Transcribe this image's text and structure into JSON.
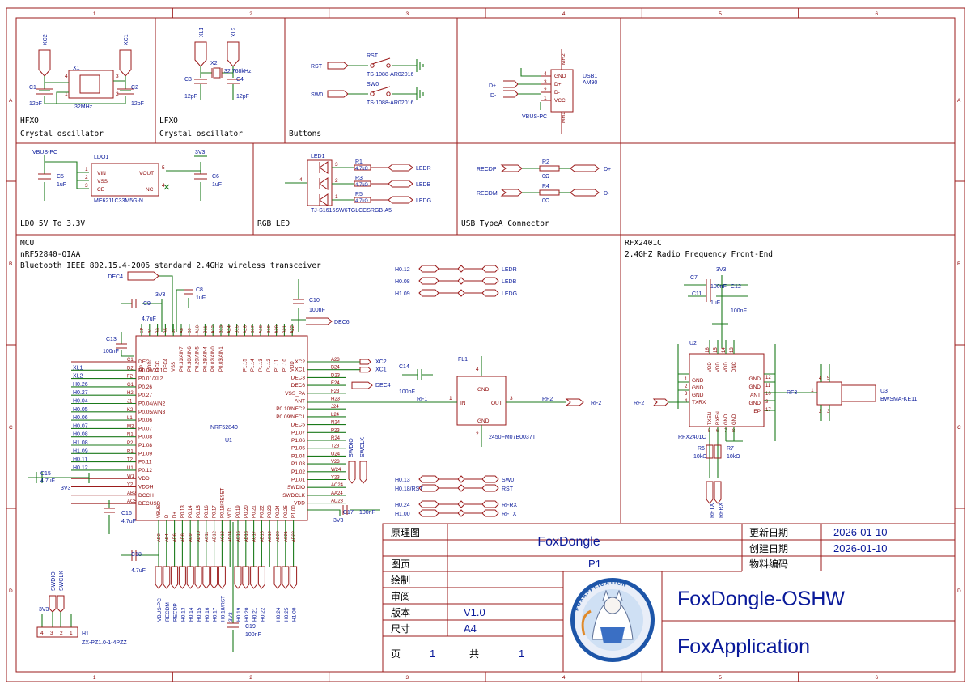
{
  "frame": {
    "columns": [
      "1",
      "2",
      "3",
      "4",
      "5",
      "6"
    ],
    "rows": [
      "A",
      "B",
      "C",
      "D"
    ]
  },
  "blocks": {
    "hfxo": [
      "HFXO",
      "Crystal oscillator"
    ],
    "lfxo": [
      "LFXO",
      "Crystal oscillator"
    ],
    "buttons": [
      "Buttons"
    ],
    "ldo": [
      "LDO 5V To 3.3V"
    ],
    "rgb": [
      "RGB LED"
    ],
    "usb": [
      "USB TypeA Connector"
    ],
    "mcu": [
      "MCU",
      "nRF52840-QIAA",
      "Bluetooth IEEE 802.15.4-2006 standard 2.4GHz wireless transceiver"
    ],
    "rfx": [
      "RFX2401C",
      "2.4GHZ Radio Frequency Front-End"
    ]
  },
  "hfxo": {
    "xc2": "XC2",
    "xc1": "XC1",
    "x1": "X1",
    "x1_val": "32MHz",
    "c1": "C1",
    "c1_val": "12pF",
    "c2": "C2",
    "c2_val": "12pF",
    "pins": [
      "4",
      "1",
      "3",
      "2"
    ]
  },
  "lfxo": {
    "xl1": "XL1",
    "xl2": "XL2",
    "x2": "X2",
    "x2_val": "32.768kHz",
    "c3": "C3",
    "c3_val": "12pF",
    "c4": "C4",
    "c4_val": "12pF"
  },
  "buttons": [
    {
      "net": "RST",
      "ref": "RST",
      "part": "TS-1088-AR02016"
    },
    {
      "net": "SW0",
      "ref": "SW0",
      "part": "TS-1088-AR02016"
    }
  ],
  "usb1": {
    "ref": "USB1",
    "val": "AM90",
    "pins": [
      {
        "num": "4",
        "name": "GND"
      },
      {
        "num": "3",
        "name": "D+"
      },
      {
        "num": "2",
        "name": "D-"
      },
      {
        "num": "1",
        "name": "VCC"
      }
    ],
    "mh2": "MH2",
    "mh1": "MH1",
    "nets": [
      "D+",
      "D-"
    ],
    "vbus": "VBUS-PC"
  },
  "ldo": {
    "vbus": "VBUS-PC",
    "ref": "LDO1",
    "part": "ME6211C33M5G-N",
    "pins_l": [
      {
        "num": "1",
        "name": "VIN"
      },
      {
        "num": "2",
        "name": "VSS"
      },
      {
        "num": "3",
        "name": "CE"
      }
    ],
    "pins_r": [
      {
        "num": "5",
        "name": "VOUT"
      },
      {
        "num": "4",
        "name": "NC"
      }
    ],
    "c5": "C5",
    "c5_val": "1uF",
    "c6": "C6",
    "c6_val": "1uF",
    "out": "3V3"
  },
  "rgb": {
    "ref": "LED1",
    "part": "TJ-S1615SW6TGLCCSRGB-A5",
    "pins": [
      "3",
      "4",
      "2",
      "1"
    ],
    "resistors": [
      {
        "ref": "R1",
        "val": "4.7kΩ",
        "net": "LEDR"
      },
      {
        "ref": "R3",
        "val": "4.7kΩ",
        "net": "LEDB"
      },
      {
        "ref": "R5",
        "val": "4.7kΩ",
        "net": "LEDG"
      }
    ]
  },
  "usbconn": [
    {
      "net_l": "RECDP",
      "ref": "R2",
      "val": "0Ω",
      "net_r": "D+"
    },
    {
      "net_l": "RECDM",
      "ref": "R4",
      "val": "0Ω",
      "net_r": "D-"
    }
  ],
  "mcu": {
    "ref": "U1",
    "part": "NRF52840",
    "dec4": "DEC4",
    "dec6": "DEC6",
    "v3": "3V3",
    "c8": "C8",
    "c8_val": "1uF",
    "c9": "C9",
    "c9_val": "4.7uF",
    "c10": "C10",
    "c10_val": "100nF",
    "c13": "C13",
    "c13_val": "100nF",
    "c14": "C14",
    "c14_val": "100pF",
    "c15": "C15",
    "c15_val": "4.7uF",
    "c16": "C16",
    "c16_val": "4.7uF",
    "c17": "C17",
    "c17_val": "100nF",
    "c18": "C18",
    "c18_val": "4.7uF",
    "c19": "C19",
    "c19_val": "100nF",
    "top_pins": [
      {
        "num": "EP",
        "name": "EP"
      },
      {
        "num": "B1",
        "name": "VDD"
      },
      {
        "num": "B3",
        "name": "DCC"
      },
      {
        "num": "B5",
        "name": "DEC4"
      },
      {
        "num": "B7",
        "name": "VSS"
      },
      {
        "num": "A8",
        "name": "P0.31/AIN7"
      },
      {
        "num": "B9",
        "name": "P0.30/AIN6"
      },
      {
        "num": "A10",
        "name": "P0.29/AIN5"
      },
      {
        "num": "B11",
        "name": "P0.28/AIN4"
      },
      {
        "num": "A12",
        "name": "P0.02/AIN0"
      },
      {
        "num": "B13",
        "name": "P0.03/AIN1"
      },
      {
        "num": "A14",
        "name": ""
      },
      {
        "num": "B15",
        "name": ""
      },
      {
        "num": "A16",
        "name": "P1.15"
      },
      {
        "num": "B17",
        "name": "P1.14"
      },
      {
        "num": "A18",
        "name": "P1.13"
      },
      {
        "num": "B19",
        "name": "P1.12"
      },
      {
        "num": "A20",
        "name": "P1.11"
      },
      {
        "num": "B21",
        "name": "P1.10"
      },
      {
        "num": "A22",
        "name": "VDD"
      }
    ],
    "left_pins": [
      {
        "net": "",
        "num": "C1",
        "name": "DEC1"
      },
      {
        "net": "XL1",
        "num": "D2",
        "name": "P0.00/XL1"
      },
      {
        "net": "XL2",
        "num": "F2",
        "name": "P0.01/XL2"
      },
      {
        "net": "H0.26",
        "num": "G1",
        "name": "P0.26"
      },
      {
        "net": "H0.27",
        "num": "H2",
        "name": "P0.27"
      },
      {
        "net": "H0.04",
        "num": "J1",
        "name": "P0.04/AIN2"
      },
      {
        "net": "H0.05",
        "num": "K2",
        "name": "P0.05/AIN3"
      },
      {
        "net": "H0.06",
        "num": "L1",
        "name": "P0.06"
      },
      {
        "net": "H0.07",
        "num": "M2",
        "name": "P0.07"
      },
      {
        "net": "H0.08",
        "num": "N1",
        "name": "P0.08"
      },
      {
        "net": "H1.08",
        "num": "P2",
        "name": "P1.08"
      },
      {
        "net": "H1.09",
        "num": "R1",
        "name": "P1.09"
      },
      {
        "net": "H0.11",
        "num": "T2",
        "name": "P0.11"
      },
      {
        "net": "H0.12",
        "num": "U1",
        "name": "P0.12"
      },
      {
        "net": "",
        "num": "W1",
        "name": "VDD"
      },
      {
        "net": "",
        "num": "Y2",
        "name": "VDDH"
      },
      {
        "net": "",
        "num": "AB2",
        "name": "DCCH"
      },
      {
        "net": "",
        "num": "AC5",
        "name": "DECUSB"
      }
    ],
    "right_pins": [
      {
        "num": "A23",
        "name": "XC2",
        "net": "XC2"
      },
      {
        "num": "B24",
        "name": "XC1",
        "net": "XC1"
      },
      {
        "num": "D23",
        "name": "DEC3",
        "net": ""
      },
      {
        "num": "E24",
        "name": "DEC6",
        "net": "DEC4"
      },
      {
        "num": "F23",
        "name": "VSS_PA",
        "net": ""
      },
      {
        "num": "H23",
        "name": "ANT",
        "net": "RF1"
      },
      {
        "num": "J24",
        "name": "P0.10/NFC2",
        "net": ""
      },
      {
        "num": "L24",
        "name": "P0.09/NFC1",
        "net": ""
      },
      {
        "num": "N24",
        "name": "DEC5",
        "net": ""
      },
      {
        "num": "P23",
        "name": "P1.07",
        "net": ""
      },
      {
        "num": "R24",
        "name": "P1.06",
        "net": ""
      },
      {
        "num": "T23",
        "name": "P1.05",
        "net": ""
      },
      {
        "num": "U24",
        "name": "P1.04",
        "net": ""
      },
      {
        "num": "V23",
        "name": "P1.03",
        "net": ""
      },
      {
        "num": "W24",
        "name": "P1.02",
        "net": ""
      },
      {
        "num": "Y23",
        "name": "P1.01",
        "net": ""
      },
      {
        "num": "AC24",
        "name": "SWDIO",
        "net": ""
      },
      {
        "num": "AA24",
        "name": "SWDCLK",
        "net": ""
      },
      {
        "num": "AD23",
        "name": "VDD",
        "net": ""
      }
    ],
    "bottom_pins": [
      {
        "num": "AD2",
        "name": "VBUS",
        "net": "VBUS-PC"
      },
      {
        "num": "AD4",
        "name": "D-",
        "net": "RECDM"
      },
      {
        "num": "AD6",
        "name": "D+",
        "net": "RECDP"
      },
      {
        "num": "AD8",
        "name": "P0.13",
        "net": "H0.13"
      },
      {
        "num": "AC9",
        "name": "P0.14",
        "net": "H0.14"
      },
      {
        "num": "AD10",
        "name": "P0.15",
        "net": "H0.15"
      },
      {
        "num": "AC11",
        "name": "P0.16",
        "net": "H0.16"
      },
      {
        "num": "AD12",
        "name": "P0.17",
        "net": "H0.17"
      },
      {
        "num": "AC13",
        "name": "P0.18/RESET",
        "net": "H0.18/RST"
      },
      {
        "num": "AD14",
        "name": "VDD",
        "net": "3V3"
      },
      {
        "num": "AC15",
        "name": "P0.19",
        "net": "H0.19"
      },
      {
        "num": "AD16",
        "name": "P0.20",
        "net": "H0.20"
      },
      {
        "num": "AC17",
        "name": "P0.21",
        "net": "H0.21"
      },
      {
        "num": "AD18",
        "name": "P0.22",
        "net": "H0.22"
      },
      {
        "num": "AC19",
        "name": "P0.23",
        "net": ""
      },
      {
        "num": "AD20",
        "name": "P0.24",
        "net": "H0.24"
      },
      {
        "num": "AC21",
        "name": "P0.25",
        "net": "H0.25"
      },
      {
        "num": "AD22",
        "name": "P1.00",
        "net": "H1.00"
      }
    ]
  },
  "net_maps": {
    "leds": [
      {
        "from": "H0.12",
        "to": "LEDR"
      },
      {
        "from": "H0.08",
        "to": "LEDB"
      },
      {
        "from": "H1.09",
        "to": "LEDG"
      }
    ],
    "buttons": [
      {
        "from": "H0.13",
        "to": "SW0"
      },
      {
        "from": "H0.18/RST",
        "to": "RST"
      }
    ],
    "rf": [
      {
        "from": "H0.24",
        "to": "RFRX"
      },
      {
        "from": "H1.00",
        "to": "RFTX"
      }
    ],
    "swd": [
      "SWDIO",
      "SWCLK"
    ]
  },
  "filter": {
    "ref": "FL1",
    "part": "2450FM07B0037T",
    "pins": [
      {
        "num": "4",
        "name": "GND"
      },
      {
        "num": "1",
        "name": "IN"
      },
      {
        "num": "3",
        "name": "OUT"
      },
      {
        "num": "2",
        "name": "GND"
      }
    ],
    "in_net": "RF1",
    "out_net": "RF2",
    "port": "RF2"
  },
  "rfx": {
    "ref": "U2",
    "part": "RFX2401C",
    "v3": "3V3",
    "c7": "C7",
    "c7_val": "100nF",
    "c11": "C11",
    "c11_val": "1uF",
    "c12": "C12",
    "c12_val": "100nF",
    "top_pins": [
      {
        "num": "16",
        "name": "VDD"
      },
      {
        "num": "15",
        "name": "VDD"
      },
      {
        "num": "14",
        "name": "VDD"
      },
      {
        "num": "13",
        "name": "DNC"
      }
    ],
    "left_pins": [
      {
        "num": "1",
        "name": "GND"
      },
      {
        "num": "2",
        "name": "GND"
      },
      {
        "num": "3",
        "name": "GND"
      },
      {
        "num": "4",
        "name": "TXRX"
      }
    ],
    "right_pins": [
      {
        "num": "12",
        "name": "GND"
      },
      {
        "num": "11",
        "name": "GND"
      },
      {
        "num": "10",
        "name": "ANT"
      },
      {
        "num": "9",
        "name": "GND"
      },
      {
        "num": "17",
        "name": "EP"
      }
    ],
    "bottom_pins": [
      {
        "num": "5",
        "name": "TXEN"
      },
      {
        "num": "6",
        "name": "RXEN"
      },
      {
        "num": "7",
        "name": "GND"
      },
      {
        "num": "8",
        "name": "GND"
      }
    ],
    "rf2": "RF2",
    "rf3": "RF3",
    "r6": "R6",
    "r6_val": "10kΩ",
    "r7": "R7",
    "r7_val": "10kΩ",
    "ctrl": [
      "RFTX",
      "RFRX"
    ],
    "u3": "U3",
    "u3_part": "BWSMA-KE11",
    "u3_pins": [
      "4",
      "5",
      "2",
      "3",
      "1"
    ]
  },
  "header": {
    "ref": "H1",
    "part": "ZX-PZ1.0-1-4PZZ",
    "v3": "3V3",
    "pins": [
      "1",
      "2",
      "3",
      "4"
    ],
    "nets": [
      "SWDIO",
      "SWCLK"
    ]
  },
  "titleblock": {
    "label_schematic": "原理图",
    "title": "FoxDongle",
    "label_update": "更新日期",
    "update_date": "2026-01-10",
    "label_create": "创建日期",
    "create_date": "2026-01-10",
    "label_page": "图页",
    "page": "P1",
    "label_part": "物料编码",
    "label_draw": "绘制",
    "label_review": "审阅",
    "label_version": "版本",
    "version": "V1.0",
    "label_size": "尺寸",
    "size": "A4",
    "label_page_no": "页",
    "page_no": "1",
    "label_total": "共",
    "total": "1",
    "project": "FoxDongle-OSHW",
    "company": "FoxApplication",
    "logo_text": "FOXAPPLICATION"
  }
}
